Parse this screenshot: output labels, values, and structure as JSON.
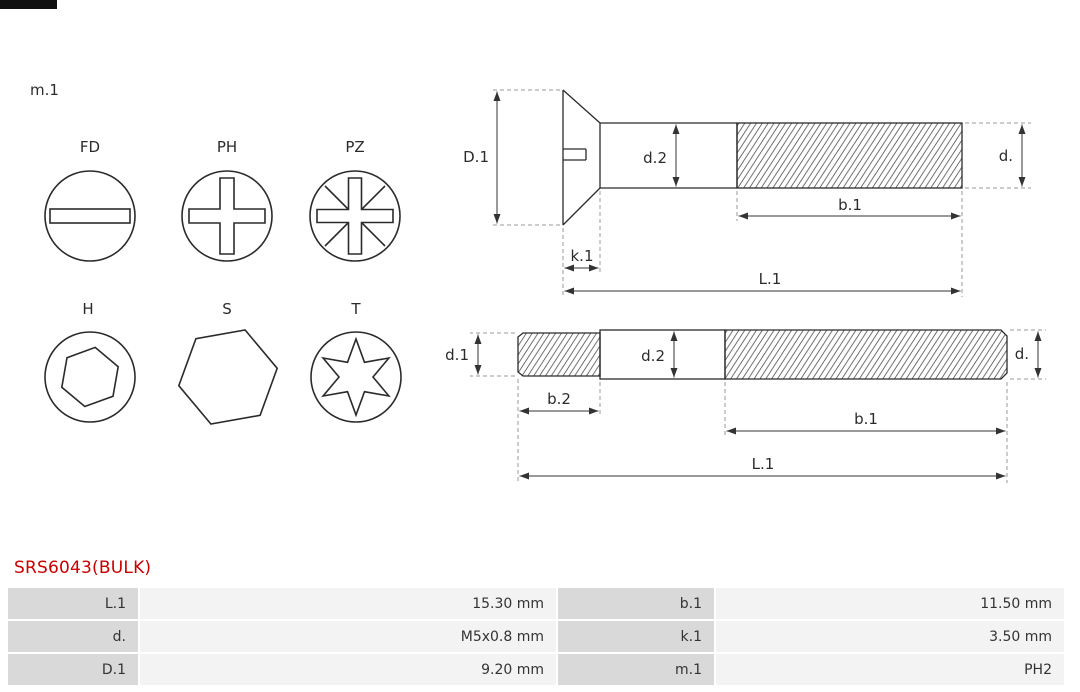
{
  "page": {
    "part_number": "SRS6043(BULK)",
    "accent_red": "#cc0000",
    "label_cell_bg": "#d9d9d9",
    "value_cell_bg": "#f3f3f3"
  },
  "head_symbols": {
    "group_label": "m.1",
    "items": [
      {
        "code": "FD"
      },
      {
        "code": "PH"
      },
      {
        "code": "PZ"
      },
      {
        "code": "H"
      },
      {
        "code": "S"
      },
      {
        "code": "T"
      }
    ]
  },
  "top_drawing": {
    "dim_D1": "D.1",
    "dim_d2": "d.2",
    "dim_d": "d.",
    "dim_b1": "b.1",
    "dim_k1": "k.1",
    "dim_L1": "L.1"
  },
  "bottom_drawing": {
    "dim_d1": "d.1",
    "dim_d2": "d.2",
    "dim_d": "d.",
    "dim_b2": "b.2",
    "dim_b1": "b.1",
    "dim_L1": "L.1"
  },
  "spec_table": {
    "rows": [
      {
        "c1_label": "L.1",
        "c1_value": "15.30 mm",
        "c2_label": "b.1",
        "c2_value": "11.50 mm"
      },
      {
        "c1_label": "d.",
        "c1_value": "M5x0.8 mm",
        "c2_label": "k.1",
        "c2_value": "3.50 mm"
      },
      {
        "c1_label": "D.1",
        "c1_value": "9.20 mm",
        "c2_label": "m.1",
        "c2_value": "PH2"
      }
    ]
  }
}
